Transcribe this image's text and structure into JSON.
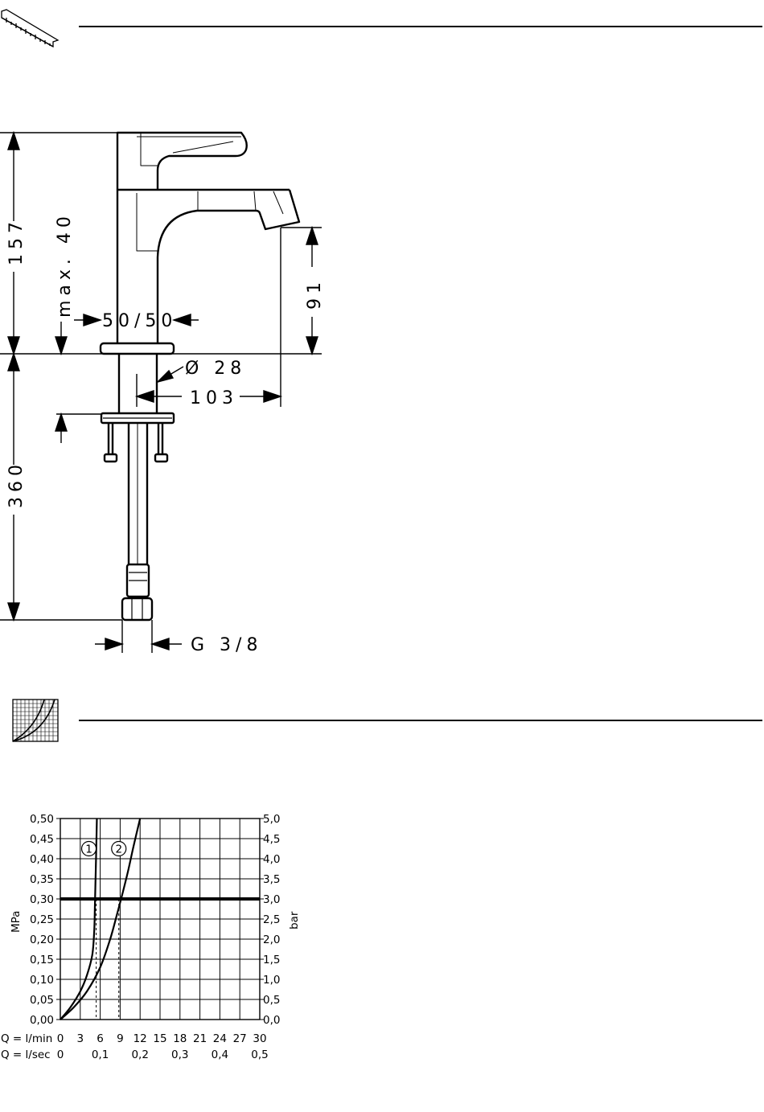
{
  "section_icons": {
    "dimensions": "ruler-icon",
    "flow": "flow-chart-icon"
  },
  "dimensions": {
    "height_total_upper": "157",
    "max_plate": "max. 40",
    "spout_height": "91",
    "deck_thickness": "50/50",
    "diameter": "Ø 28",
    "spout_reach": "103",
    "lower_length": "360",
    "thread": "G 3/8"
  },
  "chart_data": {
    "type": "line",
    "y_left_label": "MPa",
    "y_right_label": "bar",
    "x_row1_label": "Q = l/min",
    "x_row2_label": "Q = l/sec",
    "x_ticks_lmin": [
      "0",
      "3",
      "6",
      "9",
      "12",
      "15",
      "18",
      "21",
      "24",
      "27",
      "30"
    ],
    "x_ticks_lsec": [
      "0",
      "0,1",
      "0,2",
      "0,3",
      "0,4",
      "0,5"
    ],
    "y_ticks_mpa": [
      "0,00",
      "0,05",
      "0,10",
      "0,15",
      "0,20",
      "0,25",
      "0,30",
      "0,35",
      "0,40",
      "0,45",
      "0,50"
    ],
    "y_ticks_bar": [
      "0,0",
      "0,5",
      "1,0",
      "1,5",
      "2,0",
      "2,5",
      "3,0",
      "3,5",
      "4,0",
      "4,5",
      "5,0"
    ],
    "xlim": [
      0,
      30
    ],
    "ylim": [
      0,
      0.5
    ],
    "reference_pressure_mpa": 0.3,
    "series": [
      {
        "name": "1",
        "x": [
          0,
          1.5,
          3,
          4,
          4.8,
          5.1,
          5.2,
          5.3,
          5.4,
          5.5
        ],
        "y": [
          0,
          0.03,
          0.07,
          0.11,
          0.16,
          0.22,
          0.28,
          0.35,
          0.42,
          0.5
        ]
      },
      {
        "name": "2",
        "x": [
          0,
          2,
          4,
          6,
          7.5,
          8.5,
          9.3,
          10.2,
          11,
          12
        ],
        "y": [
          0,
          0.03,
          0.07,
          0.13,
          0.2,
          0.26,
          0.31,
          0.37,
          0.43,
          0.5
        ]
      }
    ],
    "markers": [
      {
        "series": "1",
        "x": 5.4,
        "y": 0.3
      },
      {
        "series": "2",
        "x": 8.8,
        "y": 0.3
      }
    ]
  }
}
